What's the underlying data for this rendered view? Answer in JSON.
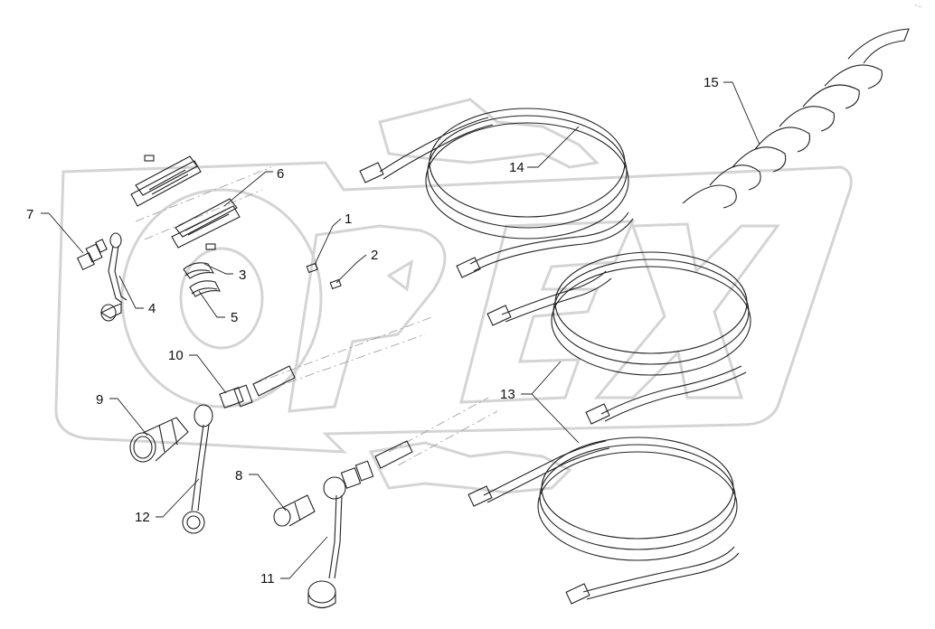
{
  "watermark": {
    "text": "OPEX",
    "color": "#d4d4d4"
  },
  "corner_mark": "° ─",
  "callouts": [
    {
      "id": "1",
      "label": "1"
    },
    {
      "id": "2",
      "label": "2"
    },
    {
      "id": "3",
      "label": "3"
    },
    {
      "id": "4",
      "label": "4"
    },
    {
      "id": "5",
      "label": "5"
    },
    {
      "id": "6",
      "label": "6"
    },
    {
      "id": "7",
      "label": "7"
    },
    {
      "id": "8",
      "label": "8"
    },
    {
      "id": "9",
      "label": "9"
    },
    {
      "id": "10",
      "label": "10"
    },
    {
      "id": "11",
      "label": "11"
    },
    {
      "id": "12",
      "label": "12"
    },
    {
      "id": "13",
      "label": "13"
    },
    {
      "id": "14",
      "label": "14"
    },
    {
      "id": "15",
      "label": "15"
    }
  ],
  "colors": {
    "line": "#222222",
    "hidden": "#999999",
    "watermark": "#d4d4d4"
  }
}
